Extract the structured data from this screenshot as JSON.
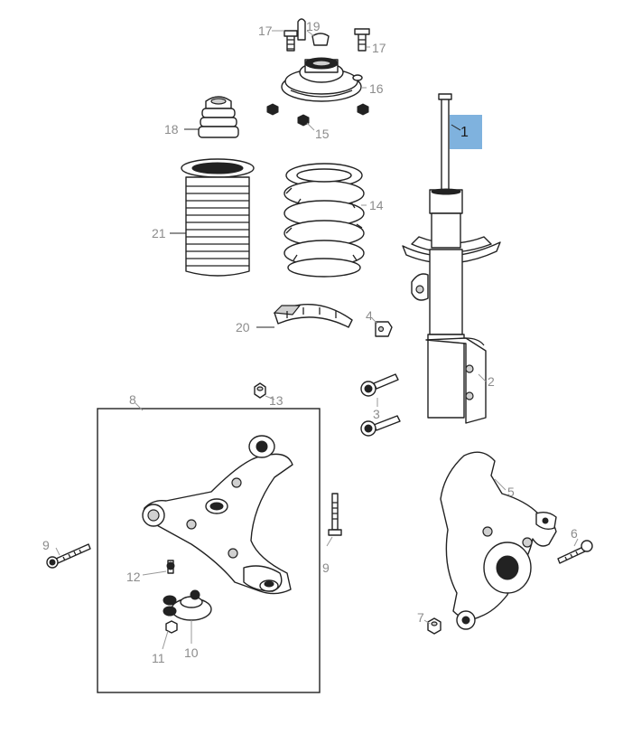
{
  "callouts": {
    "c1": "1",
    "c2": "2",
    "c3": "3",
    "c4": "4",
    "c5": "5",
    "c6": "6",
    "c7": "7",
    "c8": "8",
    "c9a": "9",
    "c9b": "9",
    "c10": "10",
    "c11": "11",
    "c12": "12",
    "c13": "13",
    "c14": "14",
    "c15": "15",
    "c16": "16",
    "c17a": "17",
    "c17b": "17",
    "c18": "18",
    "c19": "19",
    "c20": "20",
    "c21": "21"
  },
  "highlight_color": "#7fb2de"
}
